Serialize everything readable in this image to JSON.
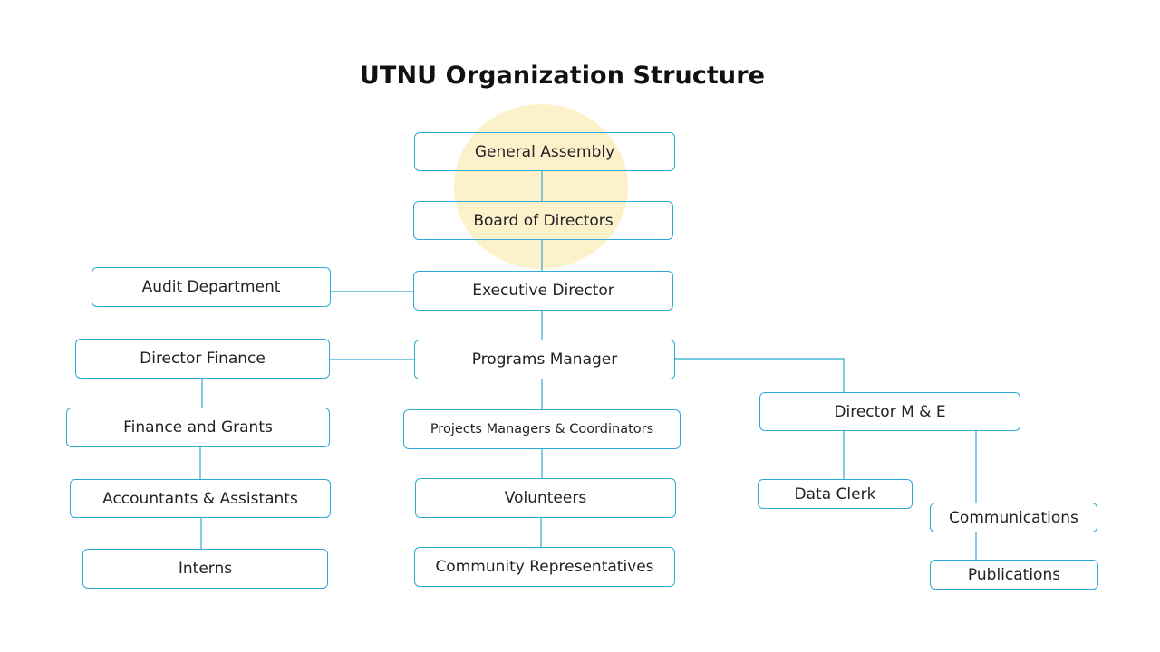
{
  "title": "UTNU Organization Structure",
  "colors": {
    "box_border": "#2fa9d7",
    "connector": "#2fa9d7",
    "highlight": "#fdf1cc",
    "text": "#222222",
    "title": "#111111"
  },
  "nodes": {
    "general_assembly": "General Assembly",
    "board_of_directors": "Board of Directors",
    "executive_director": "Executive Director",
    "audit_department": "Audit Department",
    "programs_manager": "Programs Manager",
    "director_finance": "Director Finance",
    "finance_and_grants": "Finance and Grants",
    "accountants_assistants": "Accountants & Assistants",
    "interns": "Interns",
    "projects_managers_coordinators": "Projects Managers & Coordinators",
    "volunteers": "Volunteers",
    "community_representatives": "Community Representatives",
    "director_me": "Director M & E",
    "data_clerk": "Data Clerk",
    "communications": "Communications",
    "publications": "Publications"
  }
}
